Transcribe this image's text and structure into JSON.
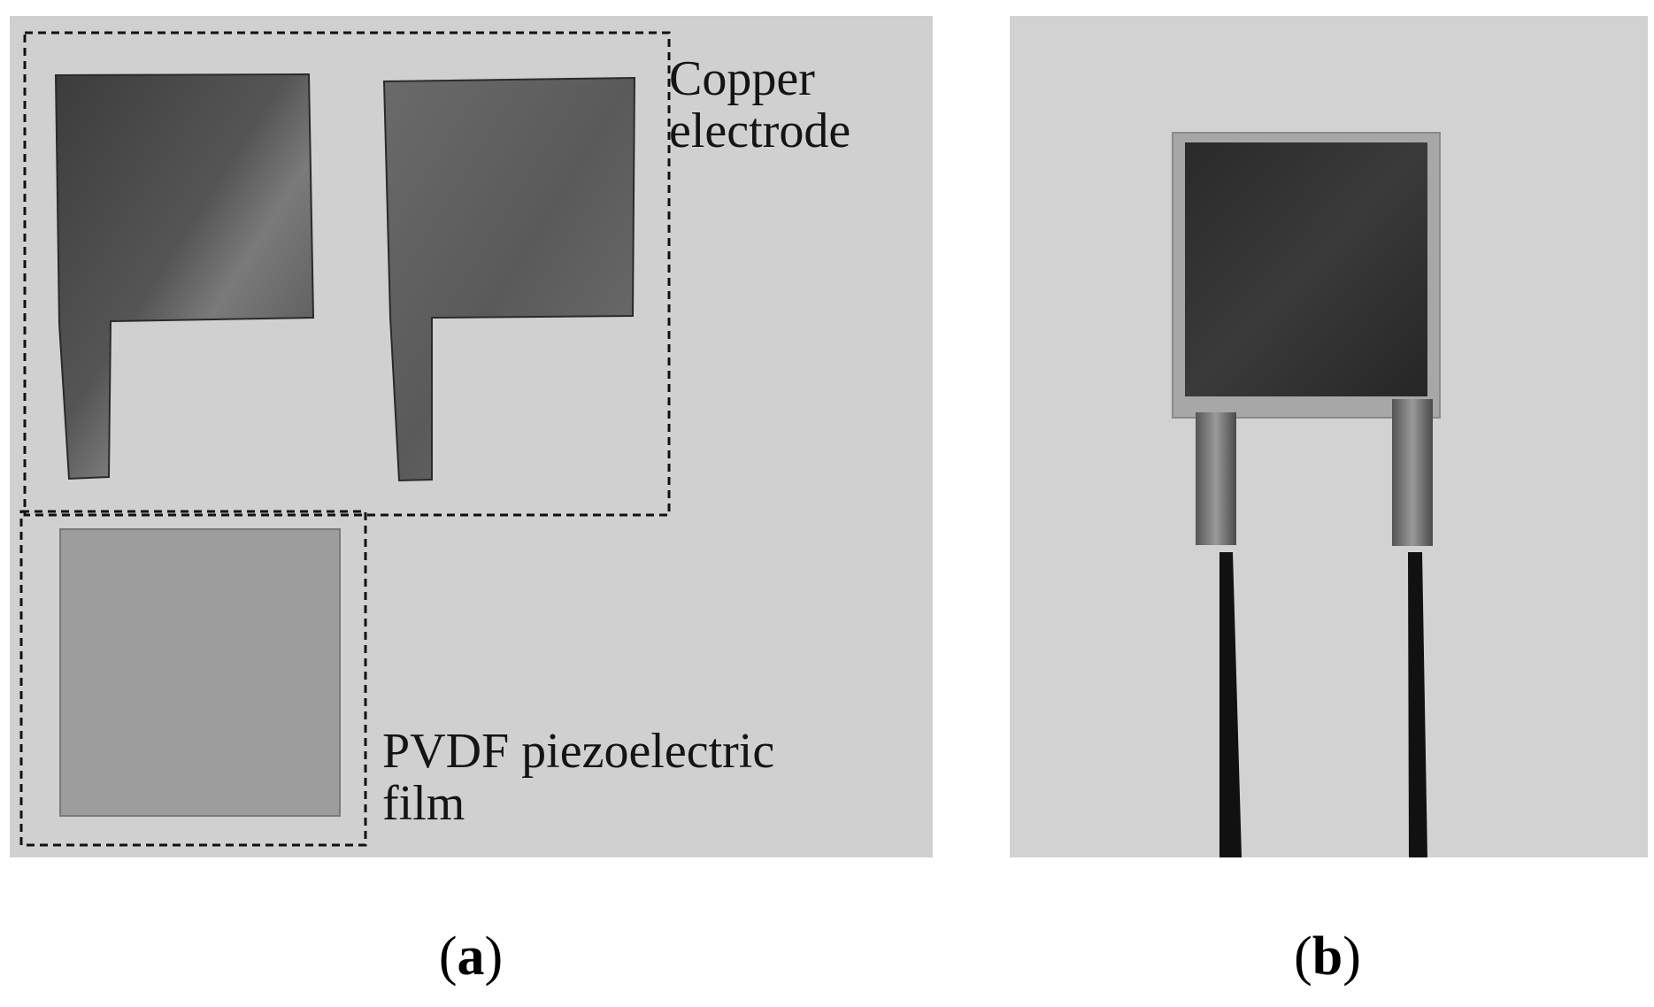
{
  "panel_a": {
    "label_copper_line1": "Copper",
    "label_copper_line2": "electrode",
    "label_pvdf_line1": "PVDF piezoelectric",
    "label_pvdf_line2": "film",
    "caption_open": "(",
    "caption_letter": "a",
    "caption_close": ")"
  },
  "panel_b": {
    "caption_open": "(",
    "caption_letter": "b",
    "caption_close": ")"
  },
  "colors": {
    "paper": "#cfcfcf",
    "copper_electrode": "#4a4a4a",
    "pvdf_film": "#9a9a9a",
    "wire": "#111111"
  }
}
